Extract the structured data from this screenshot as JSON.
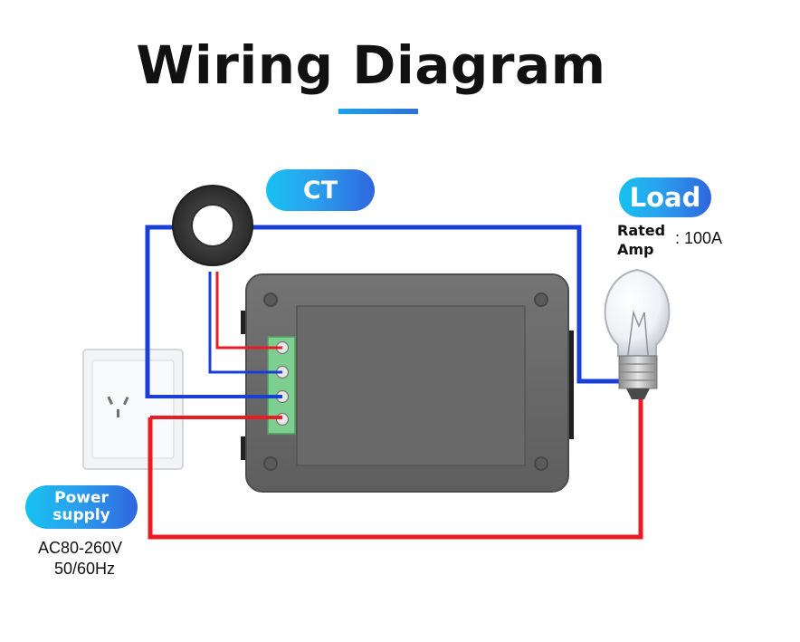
{
  "title": "Wiring Diagram",
  "labels": {
    "ct": "CT",
    "load": "Load",
    "rated_line1": "Rated",
    "rated_line2": "Amp",
    "rated_value": ": 100A",
    "power_line1": "Power",
    "power_line2": "supply",
    "power_spec_line1": "AC80-260V",
    "power_spec_line2": "50/60Hz"
  },
  "colors": {
    "blue_wire": "#1a3fd6",
    "red_wire": "#ea1b22",
    "meter_body": "#6b6b6b",
    "terminal_block": "#7ccf8e",
    "accent": "#1aa3e8"
  },
  "icons": [
    "ct-ring-icon",
    "meter-device",
    "wall-socket-icon",
    "light-bulb-icon",
    "terminal-block"
  ]
}
